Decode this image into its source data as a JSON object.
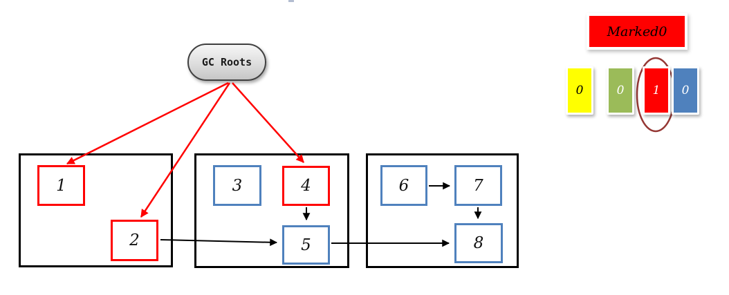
{
  "colors": {
    "marked_red": "#ff0000",
    "blue_border": "#4f81bd",
    "black": "#000000",
    "ellipse_stroke": "#953734",
    "yellow": "#ffff00",
    "olive_green": "#9bbb59",
    "node_fill": "#ffffff"
  },
  "gc_root": {
    "label": "GC Roots"
  },
  "regions": [
    {
      "nodes": [
        {
          "id": "1",
          "border_color": "#ff0000"
        },
        {
          "id": "2",
          "border_color": "#ff0000"
        }
      ]
    },
    {
      "nodes": [
        {
          "id": "3",
          "border_color": "#4f81bd"
        },
        {
          "id": "4",
          "border_color": "#ff0000"
        },
        {
          "id": "5",
          "border_color": "#4f81bd"
        }
      ]
    },
    {
      "nodes": [
        {
          "id": "6",
          "border_color": "#4f81bd"
        },
        {
          "id": "7",
          "border_color": "#4f81bd"
        },
        {
          "id": "8",
          "border_color": "#4f81bd"
        }
      ]
    }
  ],
  "edges": [
    {
      "from": "GC Roots",
      "to": "1",
      "color": "#ff0000"
    },
    {
      "from": "GC Roots",
      "to": "2",
      "color": "#ff0000"
    },
    {
      "from": "GC Roots",
      "to": "4",
      "color": "#ff0000"
    },
    {
      "from": "2",
      "to": "5",
      "color": "#000000"
    },
    {
      "from": "4",
      "to": "5",
      "color": "#000000"
    },
    {
      "from": "5",
      "to": "8",
      "color": "#000000"
    },
    {
      "from": "6",
      "to": "7",
      "color": "#000000"
    },
    {
      "from": "7",
      "to": "8",
      "color": "#000000"
    }
  ],
  "legend": {
    "marked_label": "Marked0",
    "marked_bg": "#ff0000",
    "cells": [
      {
        "value": "0",
        "bg": "#ffff00",
        "fg": "#000000",
        "circled": false
      },
      {
        "value": "0",
        "bg": "#9bbb59",
        "fg": "#ffffff",
        "circled": false
      },
      {
        "value": "1",
        "bg": "#ff0000",
        "fg": "#ffffff",
        "circled": true
      },
      {
        "value": "0",
        "bg": "#4f81bd",
        "fg": "#ffffff",
        "circled": false
      }
    ]
  }
}
